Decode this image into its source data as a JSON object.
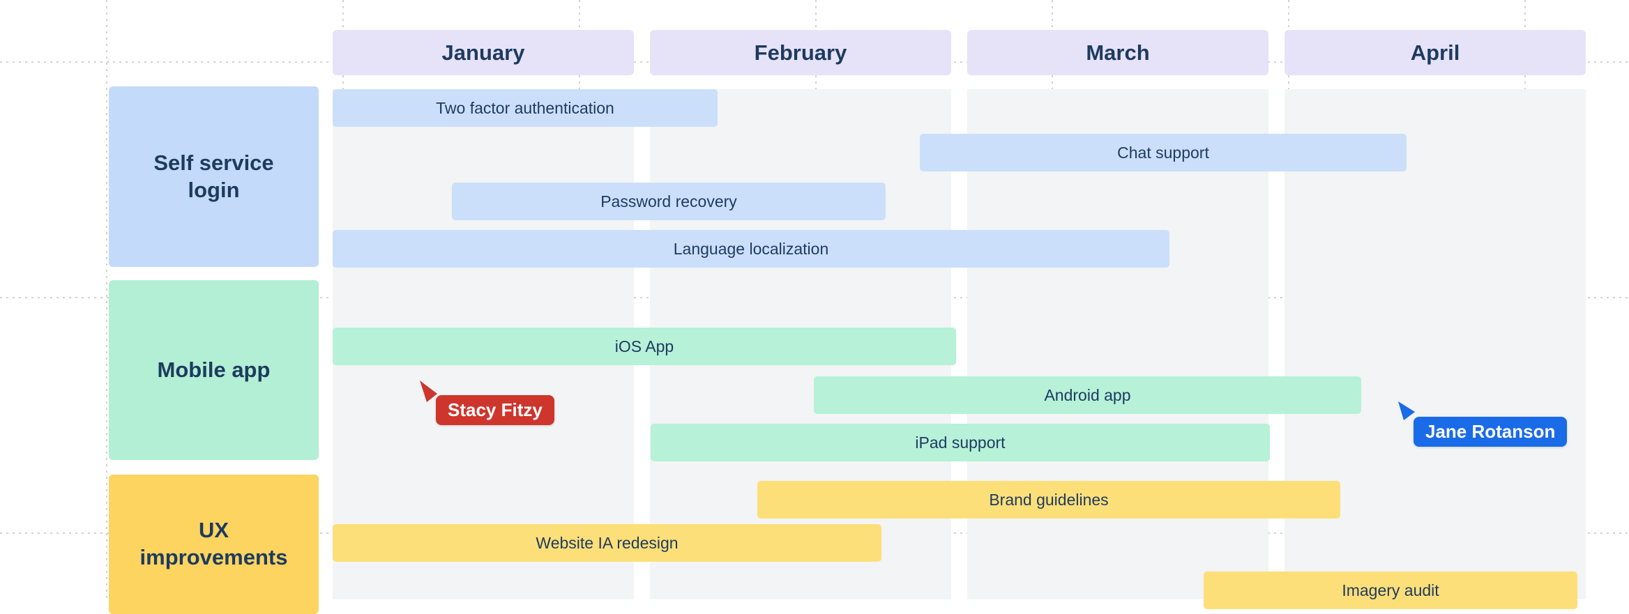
{
  "board": {
    "months": [
      {
        "label": "January"
      },
      {
        "label": "February"
      },
      {
        "label": "March"
      },
      {
        "label": "April"
      }
    ],
    "rows": [
      {
        "label": "Self service login",
        "color": "#c3dafa",
        "tasks": [
          {
            "label": "Two factor authentication"
          },
          {
            "label": "Chat support"
          },
          {
            "label": "Password recovery"
          },
          {
            "label": "Language localization"
          }
        ]
      },
      {
        "label": "Mobile app",
        "color": "#b2efd4",
        "tasks": [
          {
            "label": "iOS App"
          },
          {
            "label": "Android app"
          },
          {
            "label": "iPad support"
          }
        ]
      },
      {
        "label": "UX improvements",
        "color": "#fcd45f",
        "tasks": [
          {
            "label": "Brand guidelines"
          },
          {
            "label": "Website IA redesign"
          },
          {
            "label": "Imagery audit"
          }
        ]
      }
    ],
    "cursors": [
      {
        "name": "Stacy Fitzy",
        "color": "#ce352c"
      },
      {
        "name": "Jane Rotanson",
        "color": "#1a6be8"
      }
    ],
    "colors": {
      "month_header": "#e6e2f8",
      "lane_background": "#f2f4f5",
      "task_blue": "#cbdffb",
      "task_green": "#b6f1d8",
      "task_yellow": "#fddf79",
      "text": "#1e3a5f",
      "grid_dots": "#d2d2d2"
    }
  }
}
